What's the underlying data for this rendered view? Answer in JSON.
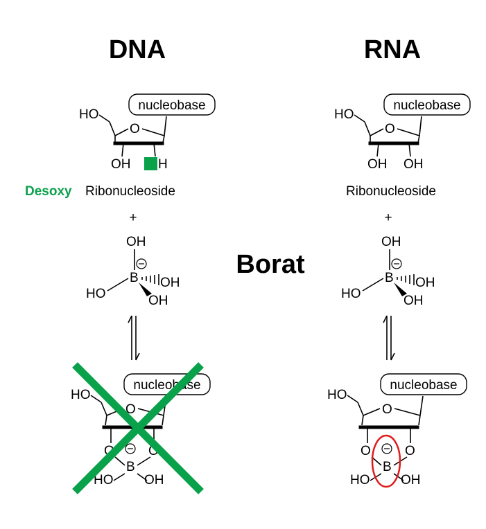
{
  "headings": {
    "dna": "DNA",
    "rna": "RNA",
    "borat": "Borat"
  },
  "dna": {
    "nucleobase": "nucleobase",
    "ho": "HO",
    "ring_o": "O",
    "oh": "OH",
    "h": "H",
    "label_prefix": "Desoxy",
    "label_main": "Ribonucleoside",
    "plus": "+",
    "borate": {
      "oh_top": "OH",
      "b": "B",
      "ho_left": "HO",
      "oh_right": "OH",
      "oh_bottom": "OH",
      "charge": "⊖"
    },
    "product": {
      "nucleobase": "nucleobase",
      "ho": "HO",
      "ring_o": "O",
      "o_left": "O",
      "o_right": "O",
      "b": "B",
      "oh": "OH",
      "charge": "⊖"
    }
  },
  "rna": {
    "nucleobase": "nucleobase",
    "ho": "HO",
    "ring_o": "O",
    "oh_left": "OH",
    "oh_right": "OH",
    "label_main": "Ribonucleoside",
    "plus": "+",
    "borate": {
      "oh_top": "OH",
      "b": "B",
      "ho_left": "HO",
      "oh_right": "OH",
      "oh_bottom": "OH",
      "charge": "⊖"
    },
    "product": {
      "nucleobase": "nucleobase",
      "ho": "HO",
      "ring_o": "O",
      "o_left": "O",
      "o_right": "O",
      "b": "B",
      "ho_bottom": "HO",
      "oh_bottom": "OH",
      "charge": "⊖"
    }
  },
  "colors": {
    "green": "#0aa14b",
    "red": "#e01b1b",
    "black": "#000000"
  }
}
